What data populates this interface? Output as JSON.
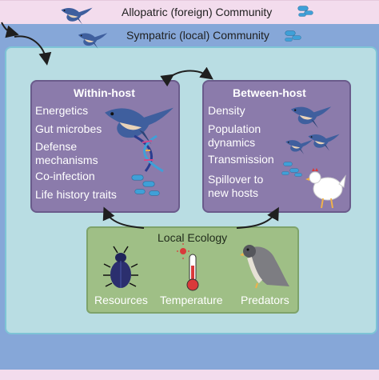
{
  "allopatric": {
    "title": "Allopatric (foreign) Community"
  },
  "sympatric": {
    "title": "Sympatric (local) Community"
  },
  "within_host": {
    "title": "Within-host",
    "items": [
      "Energetics",
      "Gut microbes",
      "Defense\nmechanisms",
      "Co-infection",
      "Life history traits"
    ]
  },
  "between_host": {
    "title": "Between-host",
    "items": [
      "Density",
      "Population\ndynamics",
      "Transmission",
      "Spillover to\nnew hosts"
    ]
  },
  "local_ecology": {
    "title": "Local Ecology",
    "labels": [
      "Resources",
      "Temperature",
      "Predators"
    ]
  },
  "colors": {
    "allopatric_bg": "#f3dced",
    "sympatric_bg": "#86a7d8",
    "local_bg": "#b9dde3",
    "panel_purple": "#8b7bab",
    "ecology_green": "#9fbf86",
    "swallow_blue": "#3f5f9e",
    "microbe_blue": "#3fa0d8"
  }
}
